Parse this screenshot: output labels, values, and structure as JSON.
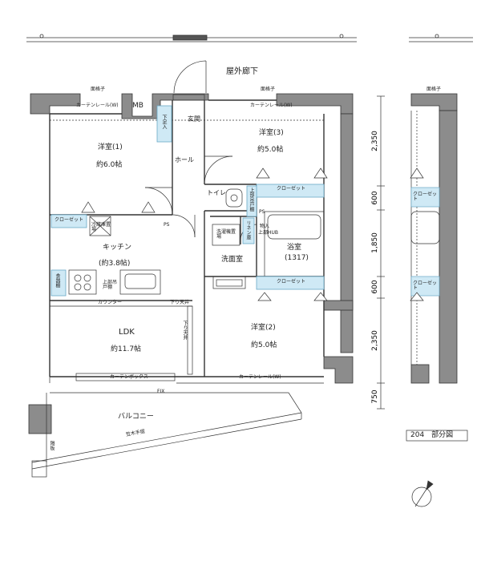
{
  "labels": {
    "corridor": "屋外廊下",
    "screen_door_top_left": "面格子",
    "screen_door_top_right": "面格子",
    "screen_door_right_wing": "面格子",
    "curtain_rail_w1": "カーテンレール(W)",
    "curtain_rail_w2": "カーテンレール(W)",
    "curtain_rail_w3": "カーテンレール(W)",
    "curtain_box": "カーテンボックス",
    "mb": "MB",
    "shoe_box": "下足入",
    "entrance": "玄関",
    "hall": "ホール",
    "toilet": "トイレ",
    "room1_name": "洋室(1)",
    "room1_size": "約6.0帖",
    "room3_name": "洋室(3)",
    "room3_size": "約5.0帖",
    "room2_name": "洋室(2)",
    "room2_size": "約5.0帖",
    "closet1": "クローゼット",
    "closet2": "クローゼット",
    "closet3": "クローゼット",
    "closet_wing1": "クローゼット",
    "closet_wing2": "クローゼット",
    "upper_shelf1": "上部吊戸棚",
    "upper_shelf2": "上部吊戸棚",
    "fridge": "冷蔵庫置場",
    "ps1": "PS",
    "ps2": "PS",
    "kitchen": "キッチン",
    "kitchen_size": "(約3.8帖)",
    "pantry": "食器棚",
    "counter": "カウンター",
    "ceiling_drop1": "下り天井",
    "ceiling_drop2": "下り天井",
    "washer": "洗濯機置場",
    "linen": "リネン庫",
    "storage": "物入",
    "storage_hub": "上部HUB",
    "bath": "浴室",
    "bath_size": "(1317)",
    "washroom": "洗面室",
    "ldk": "LDK",
    "ldk_size": "約11.7帖",
    "fix": "FIX",
    "balcony": "バルコニー",
    "handrail": "笠木手摺",
    "partition": "隔板",
    "partial_plan": "204　部分図"
  },
  "dimensions": [
    "2,350",
    "600",
    "1,850",
    "600",
    "2,350",
    "750"
  ]
}
